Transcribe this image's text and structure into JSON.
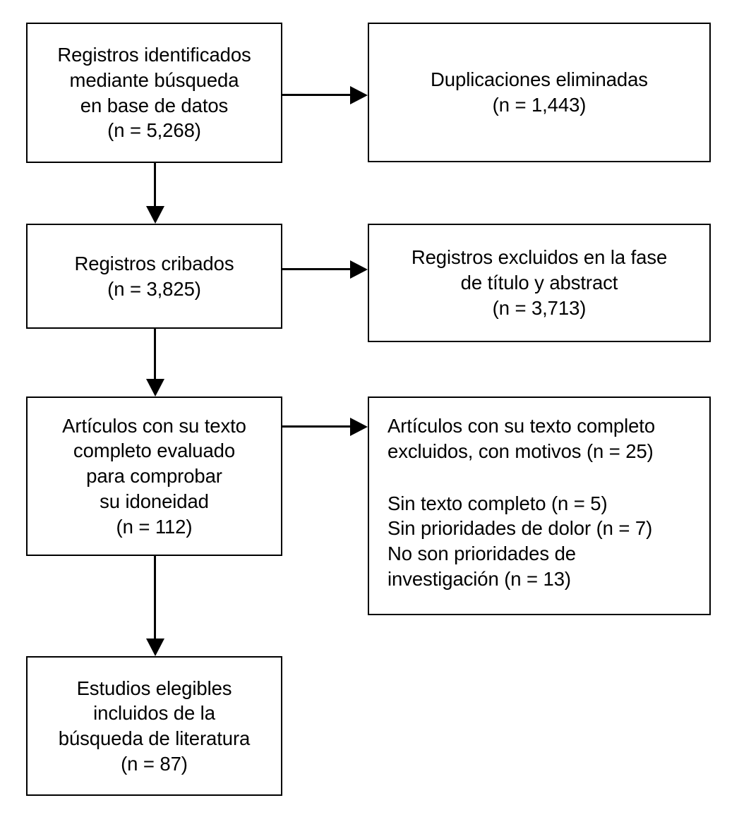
{
  "diagram": {
    "type": "prisma-flow-diagram",
    "language": "es",
    "colors": {
      "background": "#ffffff",
      "box_border": "#000000",
      "box_fill": "#ffffff",
      "text": "#000000",
      "connector": "#000000"
    },
    "nodes": {
      "identified": {
        "name": "records-identified",
        "align": "center",
        "lines": [
          "Registros identificados",
          "mediante búsqueda",
          "en base de datos",
          "(n = 5,268)"
        ],
        "count": "5,268"
      },
      "duplicates": {
        "name": "duplicates-removed",
        "align": "center",
        "lines": [
          "Duplicaciones eliminadas",
          "(n = 1,443)"
        ],
        "count": "1,443"
      },
      "screened": {
        "name": "records-screened",
        "align": "center",
        "lines": [
          "Registros cribados",
          "(n = 3,825)"
        ],
        "count": "3,825"
      },
      "excluded_title_abstract": {
        "name": "records-excluded-title-abstract",
        "align": "center",
        "lines": [
          "Registros excluidos en la fase",
          "de título y abstract",
          "(n = 3,713)"
        ],
        "count": "3,713"
      },
      "fulltext_assessed": {
        "name": "fulltext-assessed-eligibility",
        "align": "center",
        "lines": [
          "Artículos con su texto",
          "completo evaluado",
          "para comprobar",
          "su idoneidad",
          "(n = 112)"
        ],
        "count": "112"
      },
      "excluded_fulltext": {
        "name": "fulltext-excluded-with-reasons",
        "align": "left",
        "lines": [
          "Artículos con su texto completo",
          "excluidos, con motivos (n = 25)",
          "",
          "Sin texto completo (n = 5)",
          "Sin prioridades de dolor (n = 7)",
          "No son prioridades de",
          "investigación (n = 13)"
        ],
        "count": "25",
        "reasons": [
          {
            "label": "Sin texto completo",
            "count": "5"
          },
          {
            "label": "Sin prioridades de dolor",
            "count": "7"
          },
          {
            "label": "No son prioridades de investigación",
            "count": "13"
          }
        ]
      },
      "included": {
        "name": "studies-included",
        "align": "center",
        "lines": [
          "Estudios elegibles",
          "incluidos de la",
          "búsqueda de literatura",
          "(n = 87)"
        ],
        "count": "87"
      }
    },
    "connectors": [
      {
        "name": "identified-to-duplicates",
        "from": "identified",
        "to": "duplicates",
        "direction": "right"
      },
      {
        "name": "identified-to-screened",
        "from": "identified",
        "to": "screened",
        "direction": "down"
      },
      {
        "name": "screened-to-excluded-title-abstract",
        "from": "screened",
        "to": "excluded_title_abstract",
        "direction": "right"
      },
      {
        "name": "screened-to-fulltext",
        "from": "screened",
        "to": "fulltext_assessed",
        "direction": "down"
      },
      {
        "name": "fulltext-to-excluded-fulltext",
        "from": "fulltext_assessed",
        "to": "excluded_fulltext",
        "direction": "right"
      },
      {
        "name": "fulltext-to-included",
        "from": "fulltext_assessed",
        "to": "included",
        "direction": "down"
      }
    ]
  }
}
